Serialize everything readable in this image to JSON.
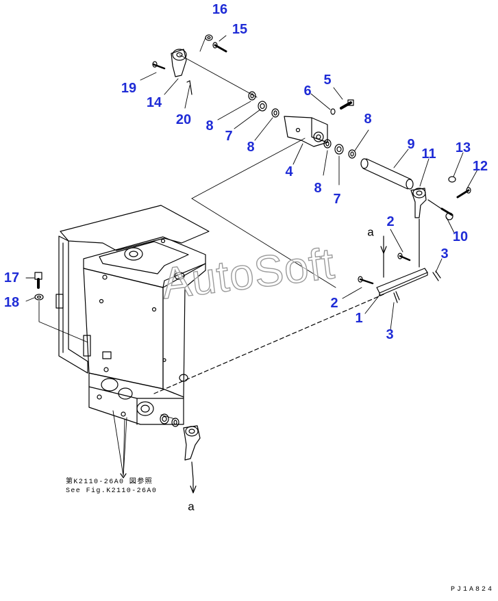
{
  "callouts": {
    "c1": "1",
    "c2a": "2",
    "c2b": "2",
    "c3a": "3",
    "c3b": "3",
    "c4": "4",
    "c5": "5",
    "c6": "6",
    "c7a": "7",
    "c7b": "7",
    "c8a": "8",
    "c8b": "8",
    "c8c": "8",
    "c8d": "8",
    "c9": "9",
    "c10": "10",
    "c11": "11",
    "c12": "12",
    "c13": "13",
    "c14": "14",
    "c15": "15",
    "c16": "16",
    "c17": "17",
    "c18": "18",
    "c19": "19",
    "c20": "20"
  },
  "markers": {
    "top": "a",
    "bottom": "a"
  },
  "reference_note": {
    "line1": "第K2110-26A0 図参照",
    "line2": "See Fig.K2110-26A0"
  },
  "watermark": "AutoSoft",
  "drawing_code": "PJ1A824",
  "colors": {
    "callout": "#1e2bd6",
    "line": "#000000",
    "watermark_stroke": "#9a9a9a"
  }
}
